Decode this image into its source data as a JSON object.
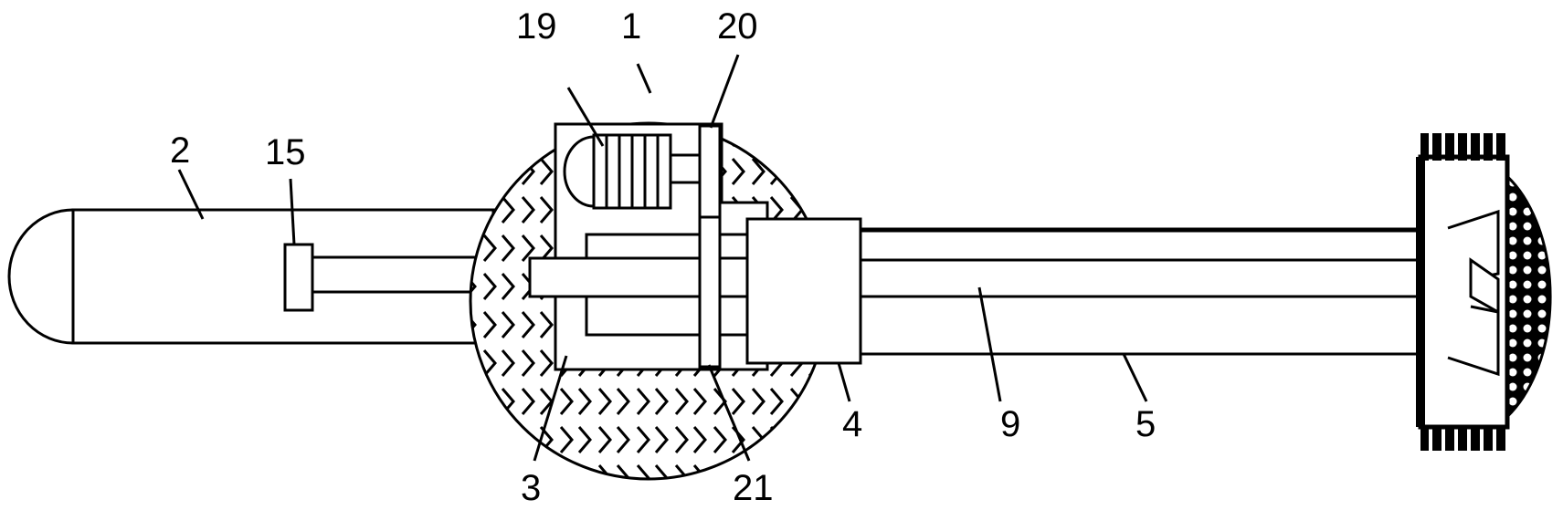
{
  "labels": {
    "l19": "19",
    "l1": "1",
    "l20": "20",
    "l2": "2",
    "l15": "15",
    "l3": "3",
    "l21": "21",
    "l4": "4",
    "l9": "9",
    "l5": "5"
  }
}
